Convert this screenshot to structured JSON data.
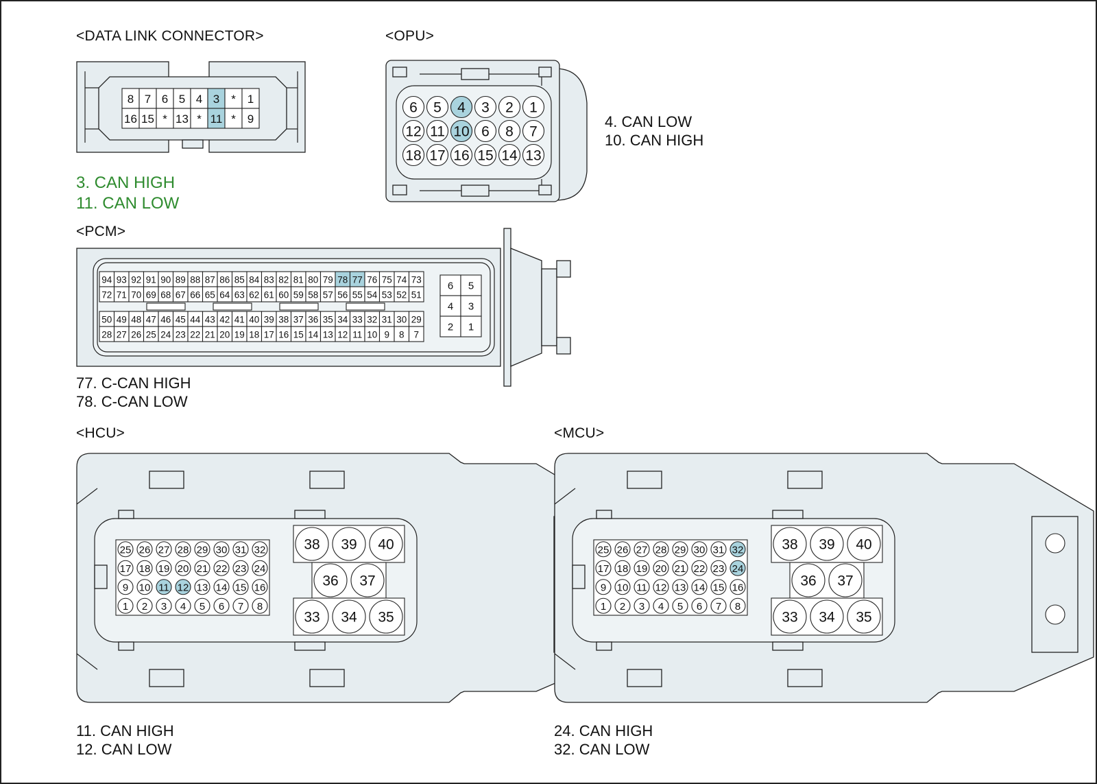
{
  "colors": {
    "shell": "#e6edf0",
    "highlight": "#a9d3de",
    "note_green": "#2e8b2e"
  },
  "dlc": {
    "title": "<DATA LINK CONNECTOR>",
    "rows": [
      [
        "8",
        "7",
        "6",
        "5",
        "4",
        "3",
        "*",
        "1"
      ],
      [
        "16",
        "15",
        "*",
        "13",
        "*",
        "11",
        "*",
        "9"
      ]
    ],
    "highlight": [
      "3",
      "11"
    ],
    "notes": [
      "3. CAN HIGH",
      "11. CAN LOW"
    ]
  },
  "opu": {
    "title": "<OPU>",
    "rows": [
      [
        "6",
        "5",
        "4",
        "3",
        "2",
        "1"
      ],
      [
        "12",
        "11",
        "10",
        "6",
        "8",
        "7"
      ],
      [
        "18",
        "17",
        "16",
        "15",
        "14",
        "13"
      ]
    ],
    "highlight": [
      "4",
      "10"
    ],
    "notes": [
      "4. CAN LOW",
      "10. CAN HIGH"
    ]
  },
  "pcm": {
    "title": "<PCM>",
    "upper_rows": [
      [
        "94",
        "93",
        "92",
        "91",
        "90",
        "89",
        "88",
        "87",
        "86",
        "85",
        "84",
        "83",
        "82",
        "81",
        "80",
        "79",
        "78",
        "77",
        "76",
        "75",
        "74",
        "73"
      ],
      [
        "72",
        "71",
        "70",
        "69",
        "68",
        "67",
        "66",
        "65",
        "64",
        "63",
        "62",
        "61",
        "60",
        "59",
        "58",
        "57",
        "56",
        "55",
        "54",
        "53",
        "52",
        "51"
      ]
    ],
    "lower_rows": [
      [
        "50",
        "49",
        "48",
        "47",
        "46",
        "45",
        "44",
        "43",
        "42",
        "41",
        "40",
        "39",
        "38",
        "37",
        "36",
        "35",
        "34",
        "33",
        "32",
        "31",
        "30",
        "29"
      ],
      [
        "28",
        "27",
        "26",
        "25",
        "24",
        "23",
        "22",
        "21",
        "20",
        "19",
        "18",
        "17",
        "16",
        "15",
        "14",
        "13",
        "12",
        "11",
        "10",
        "9",
        "8",
        "7"
      ]
    ],
    "side_rows": [
      [
        "6",
        "5"
      ],
      [
        "4",
        "3"
      ],
      [
        "2",
        "1"
      ]
    ],
    "highlight": [
      "77",
      "78"
    ],
    "notes": [
      "77. C-CAN HIGH",
      "78. C-CAN LOW"
    ]
  },
  "hcu": {
    "title": "<HCU>",
    "small_rows": [
      [
        "25",
        "26",
        "27",
        "28",
        "29",
        "30",
        "31",
        "32"
      ],
      [
        "17",
        "18",
        "19",
        "20",
        "21",
        "22",
        "23",
        "24"
      ],
      [
        "9",
        "10",
        "11",
        "12",
        "13",
        "14",
        "15",
        "16"
      ],
      [
        "1",
        "2",
        "3",
        "4",
        "5",
        "6",
        "7",
        "8"
      ]
    ],
    "large_top": [
      "38",
      "39",
      "40"
    ],
    "large_mid": [
      "36",
      "37"
    ],
    "large_bottom": [
      "33",
      "34",
      "35"
    ],
    "highlight": [
      "11",
      "12"
    ],
    "notes": [
      "11. CAN HIGH",
      "12. CAN LOW"
    ]
  },
  "mcu": {
    "title": "<MCU>",
    "small_rows": [
      [
        "25",
        "26",
        "27",
        "28",
        "29",
        "30",
        "31",
        "32"
      ],
      [
        "17",
        "18",
        "19",
        "20",
        "21",
        "22",
        "23",
        "24"
      ],
      [
        "9",
        "10",
        "11",
        "12",
        "13",
        "14",
        "15",
        "16"
      ],
      [
        "1",
        "2",
        "3",
        "4",
        "5",
        "6",
        "7",
        "8"
      ]
    ],
    "large_top": [
      "38",
      "39",
      "40"
    ],
    "large_mid": [
      "36",
      "37"
    ],
    "large_bottom": [
      "33",
      "34",
      "35"
    ],
    "highlight": [
      "24",
      "32"
    ],
    "notes": [
      "24. CAN HIGH",
      "32. CAN LOW"
    ]
  }
}
